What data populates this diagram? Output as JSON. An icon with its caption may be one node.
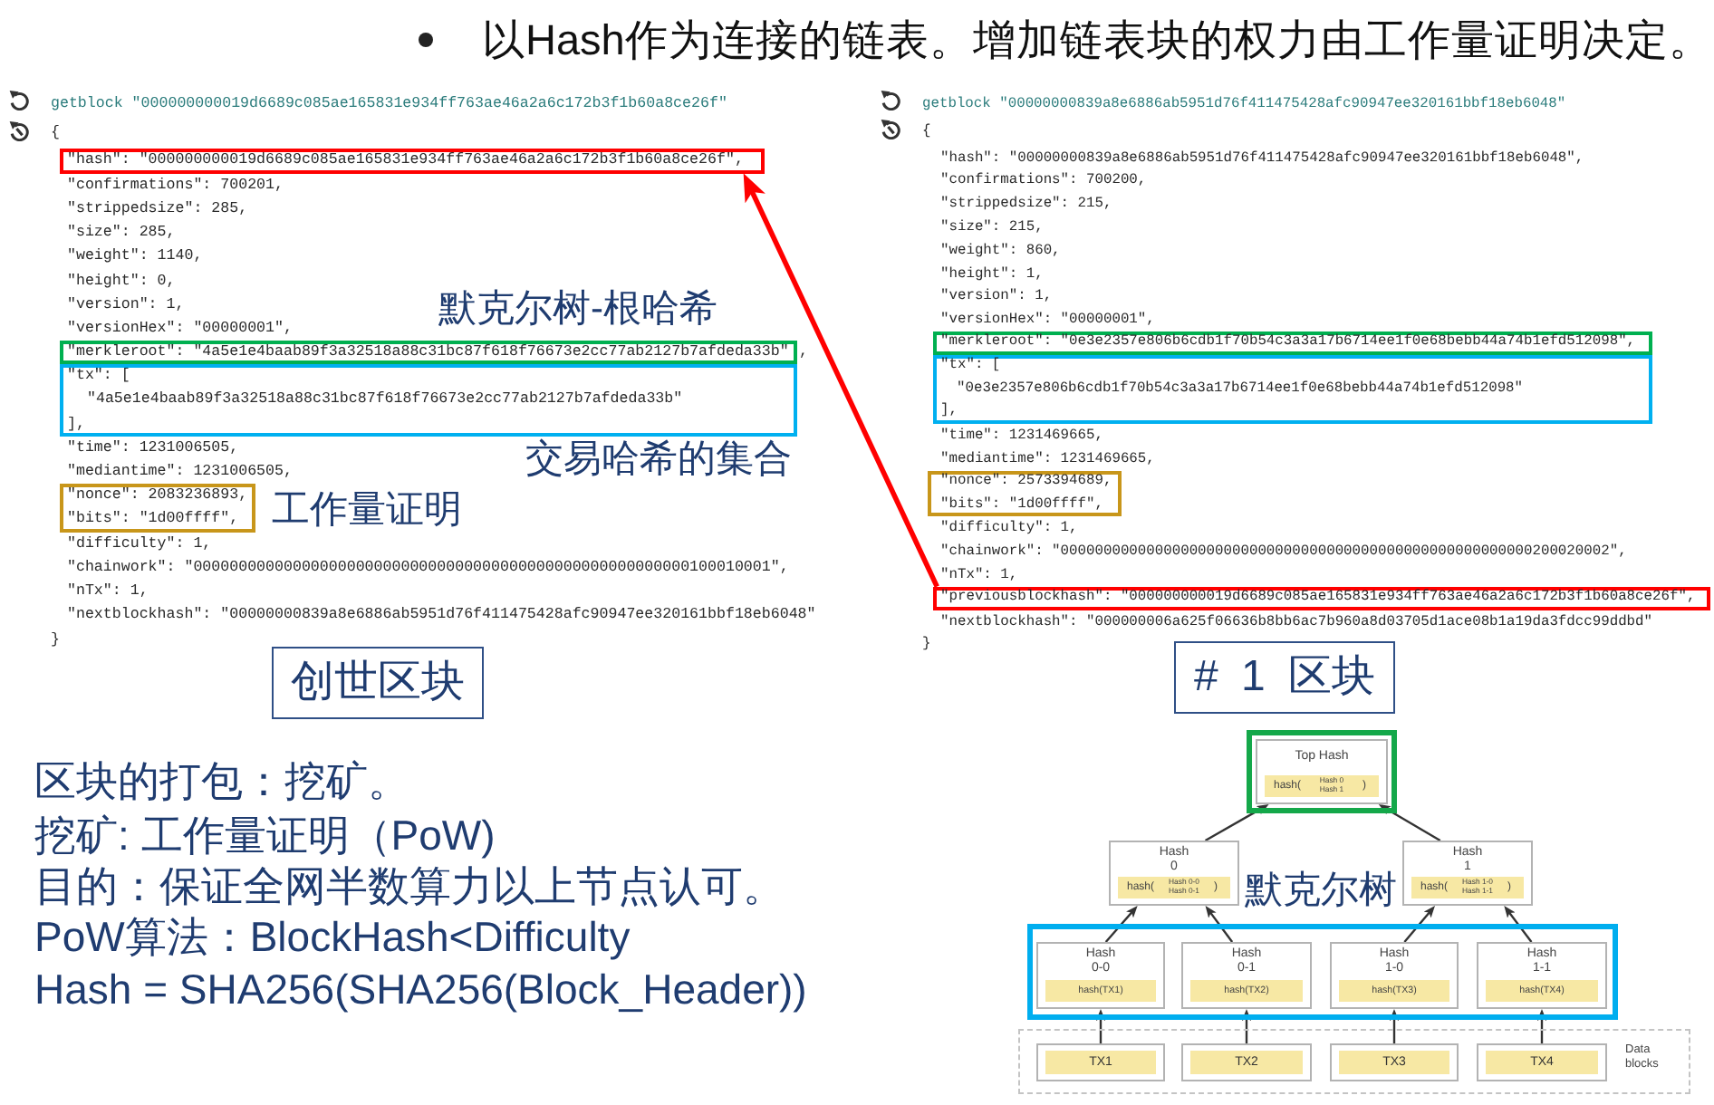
{
  "diagram": {
    "title": "以Hash作为连接的链表。增加链表块的权力由工作量证明决定。",
    "nodes": [
      {
        "text": [
          "\"hash\": \"000000000019d6689c085ae165831e934ff763ae46a2a6c172b3f1b60a8ce26f\","
        ]
      },
      {
        "text": [
          "\"merkleroot\": \"4a5e1e4baab89f3a32518a88c31bc87f618f76673e2cc77ab2127b7afdeda33b\""
        ],
        "beside": [
          "默克尔树-根哈希"
        ]
      },
      {
        "text": [
          "\"tx\": [",
          "\"4a5e1e4baab89f3a32518a88c31bc87f618f76673e2cc77ab2127b7afdeda33b\"",
          "],"
        ],
        "beside": [
          "交易哈希的集合"
        ]
      },
      {
        "text": [
          "\"nonce\": 2083236893,",
          "\"bits\": \"1d00ffff\","
        ],
        "beside": [
          "工作量证明"
        ]
      },
      {
        "text": [
          "\"merkleroot\": \"0e3e2357e806b6cdb1f70b54c3a3a17b6714ee1f0e68bebb44a74b1efd512098\","
        ]
      },
      {
        "text": [
          "\"tx\": [",
          "\"0e3e2357e806b6cdb1f70b54c3a3a17b6714ee1f0e68bebb44a74b1efd512098\"",
          "],"
        ]
      },
      {
        "text": [
          "\"nonce\": 2573394689,",
          "\"bits\": \"1d00ffff\","
        ]
      },
      {
        "text": [
          "\"previousblockhash\": \"000000000019d6689c085ae165831e934ff763ae46a2a6c172b3f1b60a8ce26f\","
        ]
      },
      {
        "text": [
          "创世区块"
        ]
      },
      {
        "text": [
          "# 1 区块"
        ]
      },
      {
        "text": [],
        "shape": "box"
      },
      {
        "text": [
          "Top Hash",
          "hash(",
          "Hash 0 Hash 1",
          ")"
        ],
        "in": 10
      },
      {
        "text": [
          "Hash 0",
          "hash(",
          "Hash 0-0 Hash 0-1",
          ")"
        ]
      },
      {
        "text": [
          "Hash 1",
          "hash(",
          "Hash 1-0 Hash 1-1",
          ")"
        ]
      },
      {
        "text": [],
        "shape": "box"
      },
      {
        "text": [
          "Hash 0-0",
          "hash(TX1)"
        ],
        "in": 14
      },
      {
        "text": [
          "Hash 0-1",
          "hash(TX2)"
        ],
        "in": 14
      },
      {
        "text": [
          "Hash 1-0",
          "hash(TX3)"
        ],
        "in": 14
      },
      {
        "text": [
          "Hash 1-1",
          "hash(TX4)"
        ],
        "in": 14
      },
      {
        "text": [
          "Data blocks"
        ]
      },
      {
        "text": [
          "TX1"
        ],
        "in": 19
      },
      {
        "text": [
          "TX2"
        ],
        "in": 19
      },
      {
        "text": [
          "TX3"
        ],
        "in": 19
      },
      {
        "text": [
          "TX4"
        ],
        "in": 19
      }
    ],
    "edges": [
      {
        "from": 7,
        "to": 0,
        "arrow": "to",
        "style": "thick",
        "color": "#ff0000"
      },
      {
        "from": 12,
        "to": 11,
        "arrow": "to"
      },
      {
        "from": 13,
        "to": 11,
        "arrow": "to"
      },
      {
        "from": 15,
        "to": 12,
        "arrow": "to"
      },
      {
        "from": 16,
        "to": 12,
        "arrow": "to"
      },
      {
        "from": 17,
        "to": 13,
        "arrow": "to"
      },
      {
        "from": 18,
        "to": 13,
        "arrow": "to"
      },
      {
        "from": 20,
        "to": 15,
        "arrow": "to"
      },
      {
        "from": 21,
        "to": 16,
        "arrow": "to"
      },
      {
        "from": 22,
        "to": 17,
        "arrow": "to"
      },
      {
        "from": 23,
        "to": 18,
        "arrow": "to"
      }
    ],
    "labels": [
      "getblock \"000000000019d6689c085ae165831e934ff763ae46a2a6c172b3f1b60a8ce26f\"",
      "{",
      "\"confirmations\": 700201,",
      "\"strippedsize\": 285,",
      "\"size\": 285,",
      "\"weight\": 1140,",
      "\"height\": 0,",
      "\"version\": 1,",
      "\"versionHex\": \"00000001\",",
      ",",
      "\"time\": 1231006505,",
      "\"mediantime\": 1231006505,",
      "\"difficulty\": 1,",
      "\"chainwork\": \"0000000000000000000000000000000000000000000000000000000100010001\",",
      "\"nTx\": 1,",
      "\"nextblockhash\": \"00000000839a8e6886ab5951d76f411475428afc90947ee320161bbf18eb6048\"",
      "}",
      "getblock \"00000000839a8e6886ab5951d76f411475428afc90947ee320161bbf18eb6048\"",
      "{",
      "\"hash\": \"00000000839a8e6886ab5951d76f411475428afc90947ee320161bbf18eb6048\",",
      "\"confirmations\": 700200,",
      "\"strippedsize\": 215,",
      "\"size\": 215,",
      "\"weight\": 860,",
      "\"height\": 1,",
      "\"version\": 1,",
      "\"versionHex\": \"00000001\",",
      "\"time\": 1231469665,",
      "\"mediantime\": 1231469665,",
      "\"difficulty\": 1,",
      "\"chainwork\": \"0000000000000000000000000000000000000000000000000000000200020002\",",
      "\"nTx\": 1,",
      "\"nextblockhash\": \"000000006a625f06636b8bb6ac7b960a8d03705d1ace08b1a19da3fdcc99ddbd\"",
      "}",
      "区块的打包：挖矿。",
      "挖矿: 工作量证明（PoW)",
      "目的：保证全网半数算力以上节点认可。",
      "PoW算法：BlockHash<Difficulty",
      "Hash = SHA256(SHA256(Block_Header))",
      "默克尔树"
    ]
  }
}
